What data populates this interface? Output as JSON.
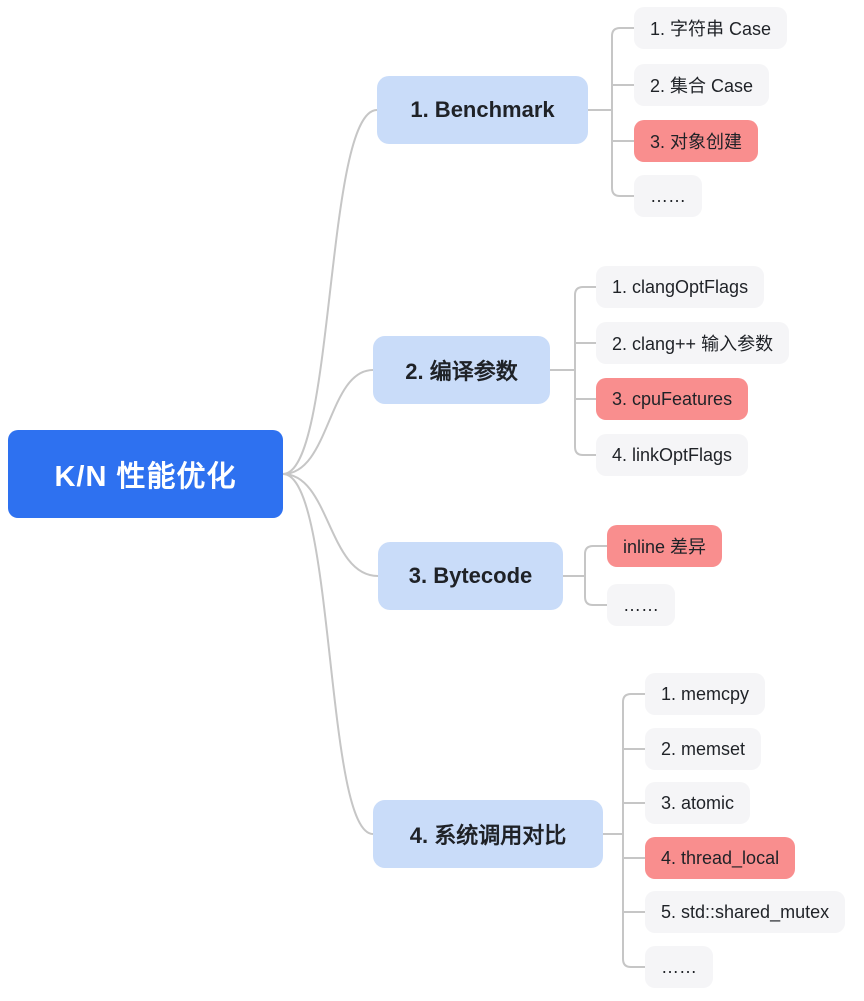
{
  "palette": {
    "root_bg": "#2e71f0",
    "root_text": "#ffffff",
    "branch_bg": "#c9dcf9",
    "leaf_bg": "#f5f5f7",
    "highlight_bg": "#f98e8e",
    "text": "#1f2227",
    "connector": "#c6c6c6"
  },
  "root": {
    "label": "K/N 性能优化"
  },
  "branches": [
    {
      "label": "1. Benchmark",
      "children": [
        {
          "label": "1. 字符串 Case",
          "highlight": false
        },
        {
          "label": "2. 集合 Case",
          "highlight": false
        },
        {
          "label": "3. 对象创建",
          "highlight": true
        },
        {
          "label": "……",
          "highlight": false
        }
      ]
    },
    {
      "label": "2. 编译参数",
      "children": [
        {
          "label": "1. clangOptFlags",
          "highlight": false
        },
        {
          "label": "2. clang++ 输入参数",
          "highlight": false
        },
        {
          "label": "3. cpuFeatures",
          "highlight": true
        },
        {
          "label": "4. linkOptFlags",
          "highlight": false
        }
      ]
    },
    {
      "label": "3. Bytecode",
      "children": [
        {
          "label": "inline 差异",
          "highlight": true
        },
        {
          "label": "……",
          "highlight": false
        }
      ]
    },
    {
      "label": "4. 系统调用对比",
      "children": [
        {
          "label": "1. memcpy",
          "highlight": false
        },
        {
          "label": "2. memset",
          "highlight": false
        },
        {
          "label": "3. atomic",
          "highlight": false
        },
        {
          "label": "4. thread_local",
          "highlight": true
        },
        {
          "label": "5. std::shared_mutex",
          "highlight": false
        },
        {
          "label": "……",
          "highlight": false
        }
      ]
    }
  ]
}
